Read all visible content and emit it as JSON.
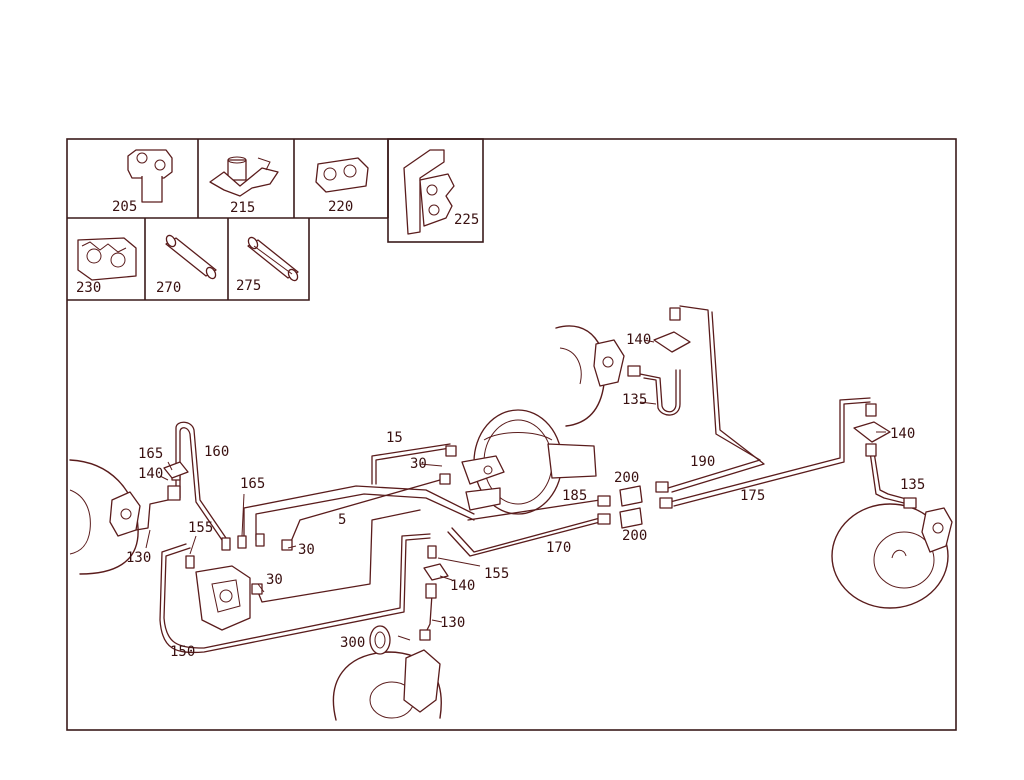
{
  "inset_labels": {
    "p205": "205",
    "p215": "215",
    "p220": "220",
    "p225": "225",
    "p230": "230",
    "p270": "270",
    "p275": "275"
  },
  "callouts": {
    "c165a": "165",
    "c160": "160",
    "c140a": "140",
    "c130a": "130",
    "c155a": "155",
    "c165b": "165",
    "c30a": "30",
    "c30b": "30",
    "c30c": "30",
    "c15": "15",
    "c5": "5",
    "c150": "150",
    "c140b": "140",
    "c135a": "135",
    "c200a": "200",
    "c200b": "200",
    "c190": "190",
    "c185": "185",
    "c175": "175",
    "c170": "170",
    "c155b": "155",
    "c140c": "140",
    "c130b": "130",
    "c300": "300",
    "c140d": "140",
    "c135b": "135"
  }
}
